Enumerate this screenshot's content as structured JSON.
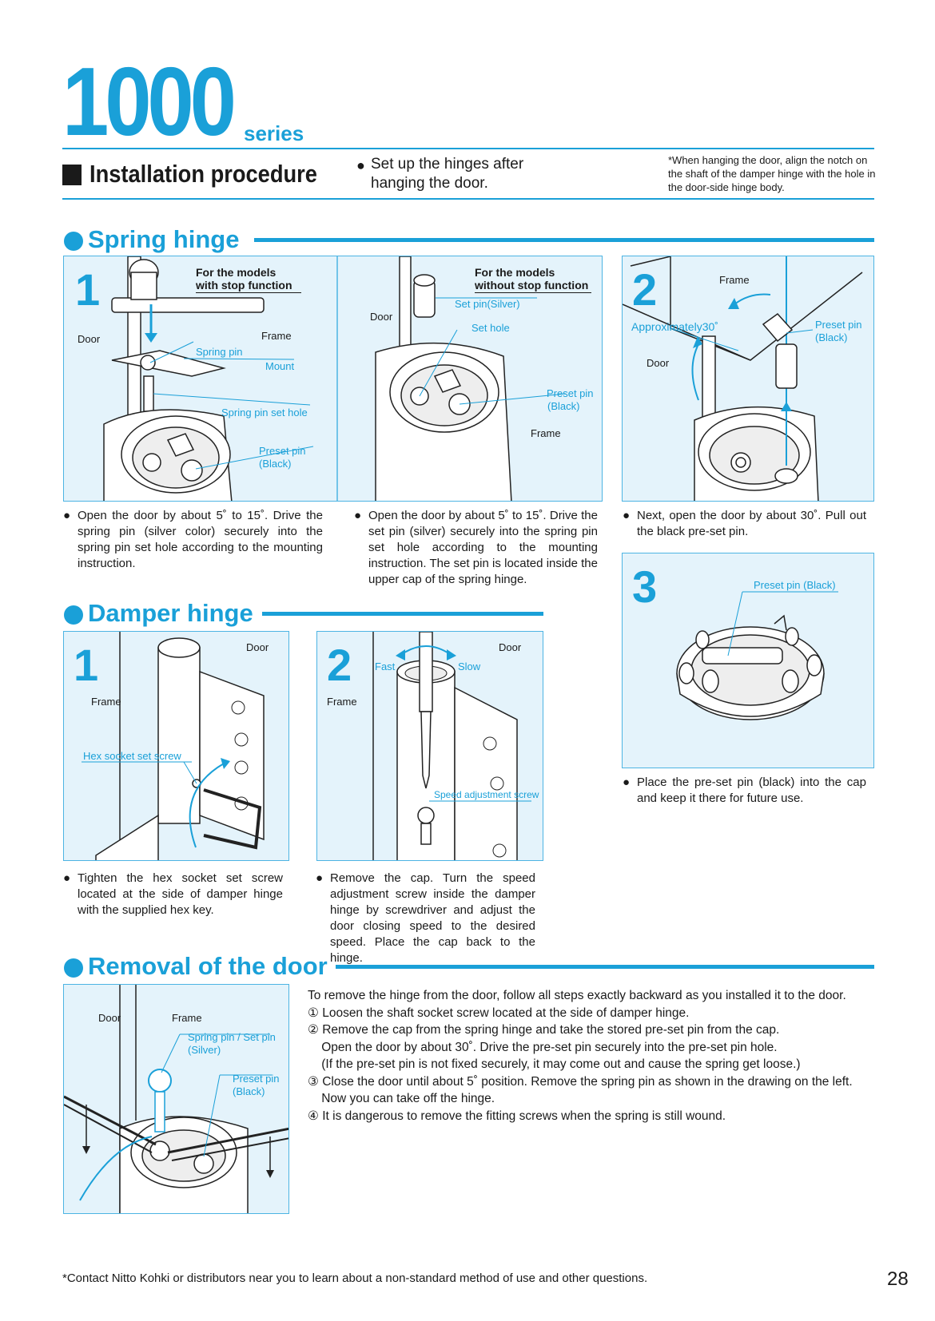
{
  "header": {
    "series_number": "1000",
    "series_word": "series",
    "section_title": "Installation procedure",
    "setup_note": "Set up the hinges after hanging the door.",
    "hanging_note": "*When hanging the door, align the notch on the shaft of the damper hinge with the hole in the door-side hinge body."
  },
  "spring_hinge": {
    "title": "Spring hinge",
    "panel1": {
      "number": "1",
      "heading": "For the models with stop function",
      "labels": {
        "door": "Door",
        "frame": "Frame",
        "spring_pin": "Spring pin",
        "mount": "Mount",
        "spring_pin_set_hole": "Spring pin set hole",
        "preset_pin": "Preset pin",
        "black": "(Black)"
      },
      "description": "Open the door by about 5˚ to 15˚. Drive the spring pin (silver color) securely into the spring pin set hole according to the mounting instruction."
    },
    "panel1b": {
      "heading": "For the models without stop function",
      "labels": {
        "door": "Door",
        "set_pin": "Set pin(Silver)",
        "set_hole": "Set hole",
        "preset_pin": "Preset pin",
        "black": "(Black)",
        "frame": "Frame"
      },
      "description": "Open the door by about 5˚ to 15˚. Drive the set pin (silver) securely into the spring pin set hole according to the mounting instruction.  The set pin is located inside the upper cap of the spring hinge."
    },
    "panel2": {
      "number": "2",
      "labels": {
        "frame": "Frame",
        "approx": "Approximately30˚",
        "door": "Door",
        "preset_pin": "Preset pin",
        "black": "(Black)"
      },
      "description": "Next, open the door by about 30˚. Pull out the black pre-set pin."
    },
    "panel3": {
      "number": "3",
      "labels": {
        "preset_pin": "Preset pin (Black)"
      },
      "description": "Place the pre-set pin (black) into the cap and keep it there for future use."
    }
  },
  "damper_hinge": {
    "title": "Damper hinge",
    "panel1": {
      "number": "1",
      "labels": {
        "door": "Door",
        "frame": "Frame",
        "hex_screw": "Hex socket set screw"
      },
      "description": "Tighten the hex socket set  screw located at the side of damper hinge with the supplied hex key."
    },
    "panel2": {
      "number": "2",
      "labels": {
        "door": "Door",
        "fast": "Fast",
        "slow": "Slow",
        "frame": "Frame",
        "speed_screw": "Speed adjustment screw"
      },
      "description": "Remove the cap. Turn the speed adjustment screw inside the damper hinge by screwdriver and adjust the door closing speed to the desired speed. Place the cap back to the hinge."
    }
  },
  "removal": {
    "title": "Removal of the door",
    "labels": {
      "door": "Door",
      "frame": "Frame",
      "spring_set_pin": "Spring pin / Set pin",
      "silver": "(Silver)",
      "preset_pin": "Preset pin",
      "black": "(Black)"
    },
    "lines": [
      "To remove the hinge from the door, follow all steps exactly backward as you installed it to the door.",
      "① Loosen the shaft socket screw located at the side of damper hinge.",
      "② Remove the cap from the spring hinge and take the stored pre-set pin from the cap.",
      "    Open the door by about 30˚. Drive the pre-set pin securely into the pre-set pin hole.",
      "    (If the pre-set pin is not fixed securely, it may come out and cause the spring get loose.)",
      "③ Close the door until about 5˚ position. Remove the spring pin as shown in the drawing on the left.",
      "    Now you can take off the hinge.",
      "④ It is dangerous to remove the fitting screws when the spring is still wound."
    ]
  },
  "footer": {
    "note": "*Contact Nitto Kohki or distributors near you to learn about a non-standard method of use and other questions.",
    "page_number": "28"
  },
  "colors": {
    "accent": "#1aa0d8",
    "panel_bg": "#e4f3fb",
    "text": "#1a1a1a"
  }
}
